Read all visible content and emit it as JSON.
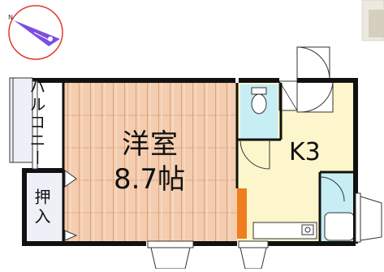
{
  "rooms": {
    "western_room": "洋室",
    "western_size": "8.7帖",
    "kitchen": "K3",
    "balcony": "バルコニー",
    "closet": "押入"
  },
  "compass": {
    "north_mark": "N",
    "color": "#7b4fe0",
    "ring_color": "#e03a2a"
  },
  "colors": {
    "floor_wood": "#f2c8a4",
    "kitchen_floor": "#fdf6cc",
    "wet_area": "#c7eef4",
    "balcony_fill": "#eef0f8",
    "counter": "#f07e1e"
  }
}
